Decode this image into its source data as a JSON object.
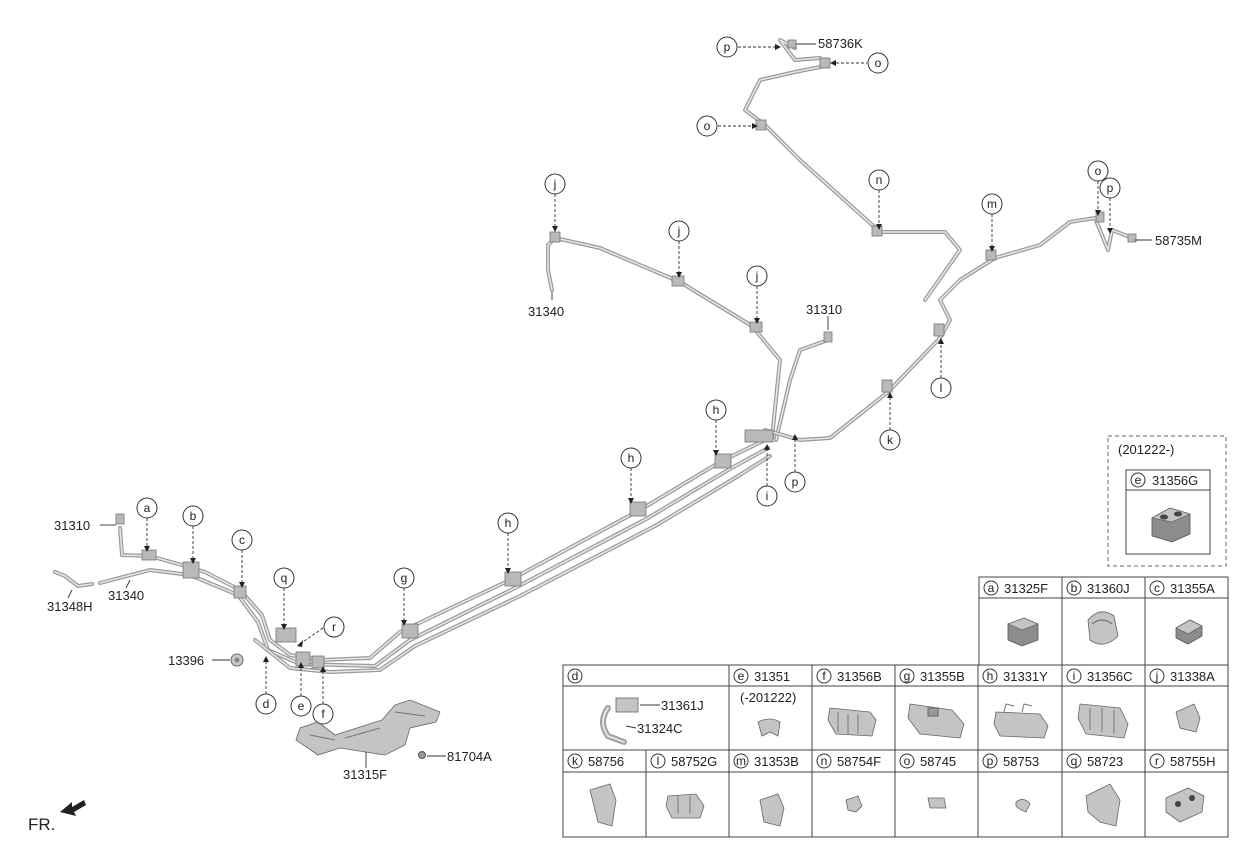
{
  "callouts": {
    "a": "a",
    "b": "b",
    "c": "c",
    "d": "d",
    "e": "e",
    "f": "f",
    "g": "g",
    "h": "h",
    "i": "i",
    "j": "j",
    "k": "k",
    "l": "l",
    "m": "m",
    "n": "n",
    "o": "o",
    "p": "p",
    "q": "q",
    "r": "r"
  },
  "part_labels": {
    "p58736K": "58736K",
    "p58735M": "58735M",
    "p31340_top": "31340",
    "p31310_mid": "31310",
    "p31310_left": "31310",
    "p31340_left": "31340",
    "p31348H": "31348H",
    "p13396": "13396",
    "p31315F": "31315F",
    "p81704A": "81704A",
    "p31361J": "31361J",
    "p31324C": "31324C"
  },
  "front_marker": "FR.",
  "inset": {
    "date_range": "(201222-)",
    "letter": "e",
    "part_no": "31356G"
  },
  "legend_row1": [
    {
      "letter": "a",
      "part_no": "31325F"
    },
    {
      "letter": "b",
      "part_no": "31360J"
    },
    {
      "letter": "c",
      "part_no": "31355A"
    }
  ],
  "legend_row2": [
    {
      "letter": "d",
      "part_no": ""
    },
    {
      "letter": "e",
      "part_no": "31351",
      "note": "(-201222)"
    },
    {
      "letter": "f",
      "part_no": "31356B"
    },
    {
      "letter": "g",
      "part_no": "31355B"
    },
    {
      "letter": "h",
      "part_no": "31331Y"
    },
    {
      "letter": "i",
      "part_no": "31356C"
    },
    {
      "letter": "j",
      "part_no": "31338A"
    }
  ],
  "legend_row3": [
    {
      "letter": "k",
      "part_no": "58756"
    },
    {
      "letter": "l",
      "part_no": "58752G"
    },
    {
      "letter": "m",
      "part_no": "31353B"
    },
    {
      "letter": "n",
      "part_no": "58754F"
    },
    {
      "letter": "o",
      "part_no": "58745"
    },
    {
      "letter": "p",
      "part_no": "58753"
    },
    {
      "letter": "q",
      "part_no": "58723"
    },
    {
      "letter": "r",
      "part_no": "58755H"
    }
  ],
  "colors": {
    "pipe": "#9a9a9a",
    "pipe_highlight": "#e6e6e6",
    "line": "#333333"
  }
}
